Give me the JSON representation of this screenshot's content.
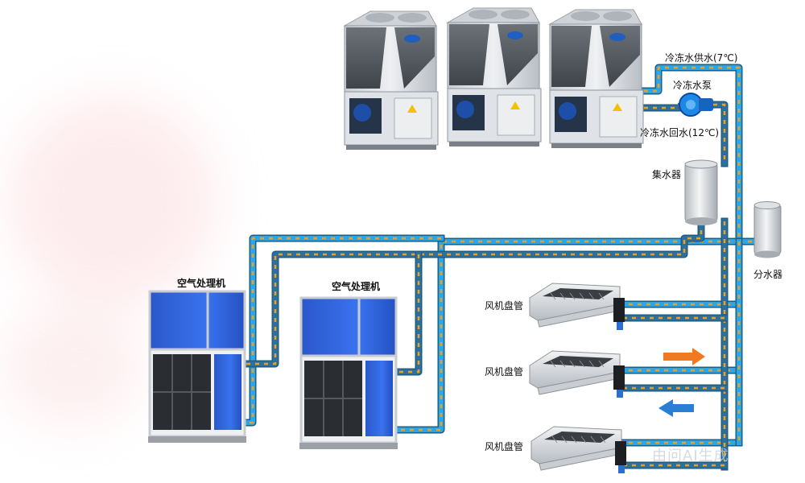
{
  "labels": {
    "supply_water": "冷冻水供水(7℃)",
    "pump": "冷冻水泵",
    "return_water": "冷冻水回水(12℃)",
    "collector": "集水器",
    "distributor": "分水器",
    "ahu_1": "空气处理机",
    "ahu_2": "空气处理机",
    "fcu_1": "风机盘管",
    "fcu_2": "风机盘管",
    "fcu_3": "风机盘管"
  },
  "watermark": "由问AI生成",
  "colors": {
    "pipe_supply": "#2aa7e8",
    "pipe_return": "#2f6f9c",
    "dash": "#f0a020",
    "ahu_blue": "#2b5fd9",
    "arrow_orange": "#f07a22",
    "arrow_blue": "#2a7fd4",
    "chiller_body": "#d5d8dc"
  },
  "icons": {
    "chiller": "chiller-unit-icon",
    "pump": "water-pump-icon",
    "tank": "water-tank-icon",
    "ahu": "air-handler-icon",
    "fcu": "fan-coil-icon"
  }
}
